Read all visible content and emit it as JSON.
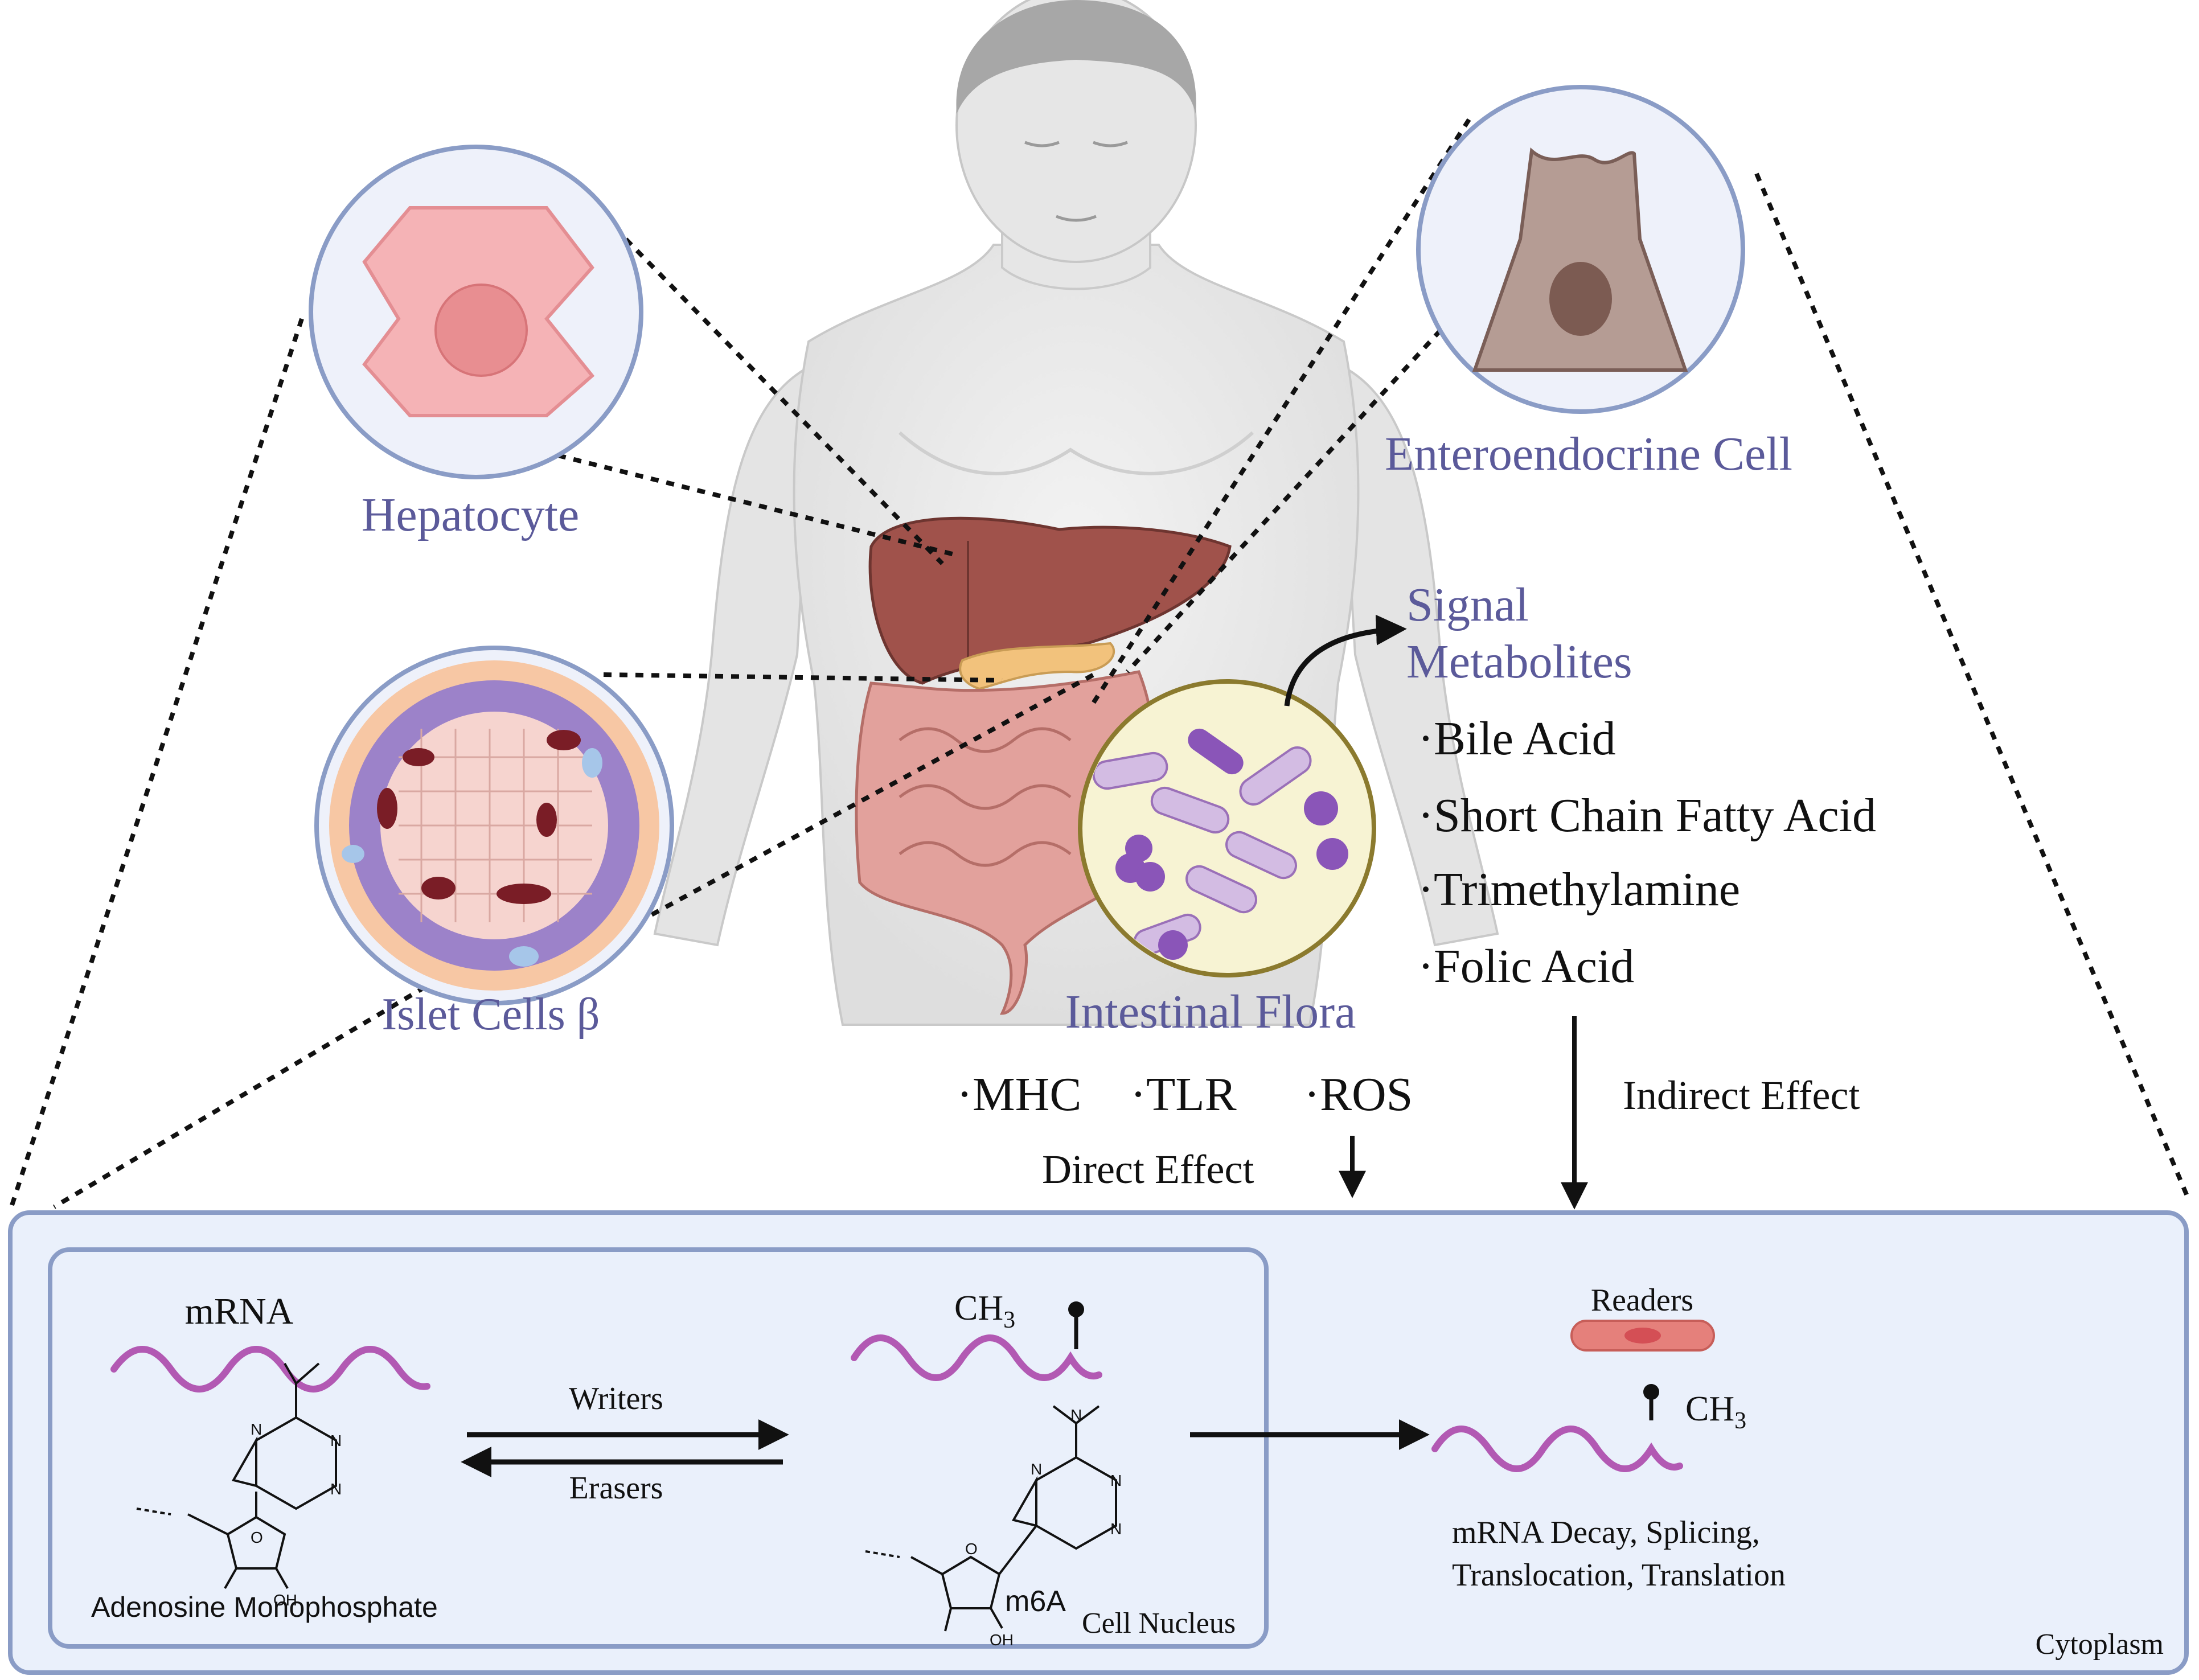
{
  "labels": {
    "hepatocyte": "Hepatocyte",
    "enteroendocrine": "Enteroendocrine Cell",
    "islet": "Islet Cells β",
    "intestinal_flora": "Intestinal Flora",
    "signal_line1": "Signal",
    "signal_line2": "Metabolites"
  },
  "metabolites": [
    "·Bile Acid",
    "·Short Chain Fatty Acid",
    "·Trimethylamine",
    "·Folic Acid"
  ],
  "direct_factors": [
    "·MHC",
    "·TLR",
    "·ROS"
  ],
  "effects": {
    "direct": "Direct Effect",
    "indirect": "Indirect Effect"
  },
  "cell": {
    "mrna": "mRNA",
    "ch3_nucleus": "CH",
    "ch3_cytoplasm": "CH",
    "ch3_sub": "3",
    "writers": "Writers",
    "erasers": "Erasers",
    "readers": "Readers",
    "amp": "Adenosine Monophosphate",
    "m6a": "m6A",
    "nucleus": "Cell Nucleus",
    "cytoplasm": "Cytoplasm",
    "outcome_line1": "mRNA Decay, Splicing,",
    "outcome_line2": "Translocation, Translation"
  },
  "molecule_atoms": {
    "n": "N",
    "o": "O",
    "oh": "OH"
  },
  "colors": {
    "label_purple": "#5b5a9a",
    "cell_outline": "#8a9cc6",
    "cell_fill": "#eaf0fb",
    "mrna_strand": "#b259b3",
    "liver": "#a0524b",
    "reader": "#e5807b"
  }
}
